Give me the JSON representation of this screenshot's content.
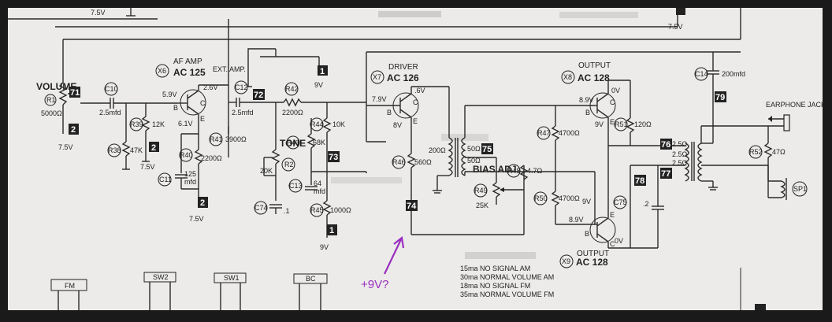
{
  "stage_labels": {
    "af_amp": "AF AMP",
    "driver": "DRIVER",
    "output_top": "OUTPUT",
    "output_bottom": "OUTPUT",
    "ext_amp": "EXT. AMP.",
    "earphone_jack": "EARPHONE JACK",
    "volume": "VOLUME",
    "tone": "TONE",
    "bias_adj": "BIAS ADJ"
  },
  "transistors": {
    "x6": {
      "ref": "X6",
      "type": "AC 125"
    },
    "x7": {
      "ref": "X7",
      "type": "AC 126"
    },
    "x8": {
      "ref": "X8",
      "type": "AC 128"
    },
    "x9": {
      "ref": "X9",
      "type": "AC 128"
    }
  },
  "components": {
    "r1": {
      "ref": "R1",
      "value": "5000Ω"
    },
    "c10": {
      "ref": "C10",
      "value": "2.5mfd"
    },
    "c12": {
      "ref": "C12",
      "value": "2.5mfd"
    },
    "r42": {
      "ref": "R42",
      "value": "2200Ω"
    },
    "r39": {
      "ref": "R39",
      "value": "12K"
    },
    "r38": {
      "ref": "R38",
      "value": "47K"
    },
    "r40": {
      "ref": "R40",
      "value": "2200Ω"
    },
    "r41": {
      "ref": "R41",
      "value": "3900Ω"
    },
    "c11": {
      "ref": "C11",
      "value": "125",
      "unit": "mfd"
    },
    "r44": {
      "ref": "R44",
      "value": "10K"
    },
    "r43": {
      "ref": "R43",
      "value": "68K"
    },
    "r2": {
      "ref": "R2",
      "value": "20K"
    },
    "c13": {
      "ref": "C13",
      "value": "64",
      "unit": "mfd"
    },
    "c74": {
      "ref": "C74",
      "value": ".1"
    },
    "r45": {
      "ref": "R45",
      "value": "1000Ω"
    },
    "r46": {
      "ref": "R46",
      "value": "560Ω"
    },
    "r47": {
      "ref": "R47",
      "value": "4700Ω"
    },
    "r48": {
      "ref": "R48",
      "value": "4.7Ω"
    },
    "r49": {
      "ref": "R49",
      "value": "25K"
    },
    "r50": {
      "ref": "R50",
      "value": "4700Ω"
    },
    "r51": {
      "ref": "R51",
      "value": "120Ω"
    },
    "c75": {
      "ref": "C75",
      "value": ".2"
    },
    "c14": {
      "ref": "C14",
      "value": "200mfd"
    },
    "r52": {
      "ref": "R52",
      "value": "47Ω"
    },
    "sp1": {
      "ref": "SP1"
    }
  },
  "voltages": {
    "top_left": "7.5V",
    "top_right": "7.5V",
    "x6_b": "5.9V",
    "x6_c": "2.6V",
    "x6_e": "6.1V",
    "x7_b": "7.9V",
    "x7_c": ".6V",
    "x7_e": "8V",
    "x8_b": "8.9V",
    "x8_c": "0V",
    "x8_e": "9V",
    "x9_b": "8.9V",
    "x9_c": "0V",
    "x9_e": "9V",
    "ext_9v": "9V",
    "gnd_75a": "7.5V",
    "gnd_75b": "7.5V",
    "gnd_75c": "7.5V",
    "gnd_9v": "9V"
  },
  "transformer_labels": {
    "pri": "200Ω",
    "sec_a": "50Ω",
    "sec_b": "50Ω",
    "out_a": "2.5Ω",
    "out_b": "2.5Ω",
    "out_c": "2.5Ω"
  },
  "pin_letters": {
    "b": "B",
    "c": "C",
    "e": "E"
  },
  "badges": [
    "71",
    "72",
    "73",
    "74",
    "75",
    "76",
    "77",
    "78",
    "79",
    "1",
    "2"
  ],
  "current_notes": [
    "15ma NO SIGNAL AM",
    "30ma NORMAL VOLUME AM",
    "18ma NO SIGNAL FM",
    "35ma NORMAL VOLUME FM"
  ],
  "switch_labels": {
    "fm": "FM",
    "sw2": "SW2",
    "sw1": "SW1",
    "bc": "BC"
  },
  "annotation": {
    "text": "+9V?",
    "color": "#9a2fbf"
  },
  "colors": {
    "paper": "#ecebea",
    "ink": "#222222",
    "background": "#1a1a1a"
  }
}
